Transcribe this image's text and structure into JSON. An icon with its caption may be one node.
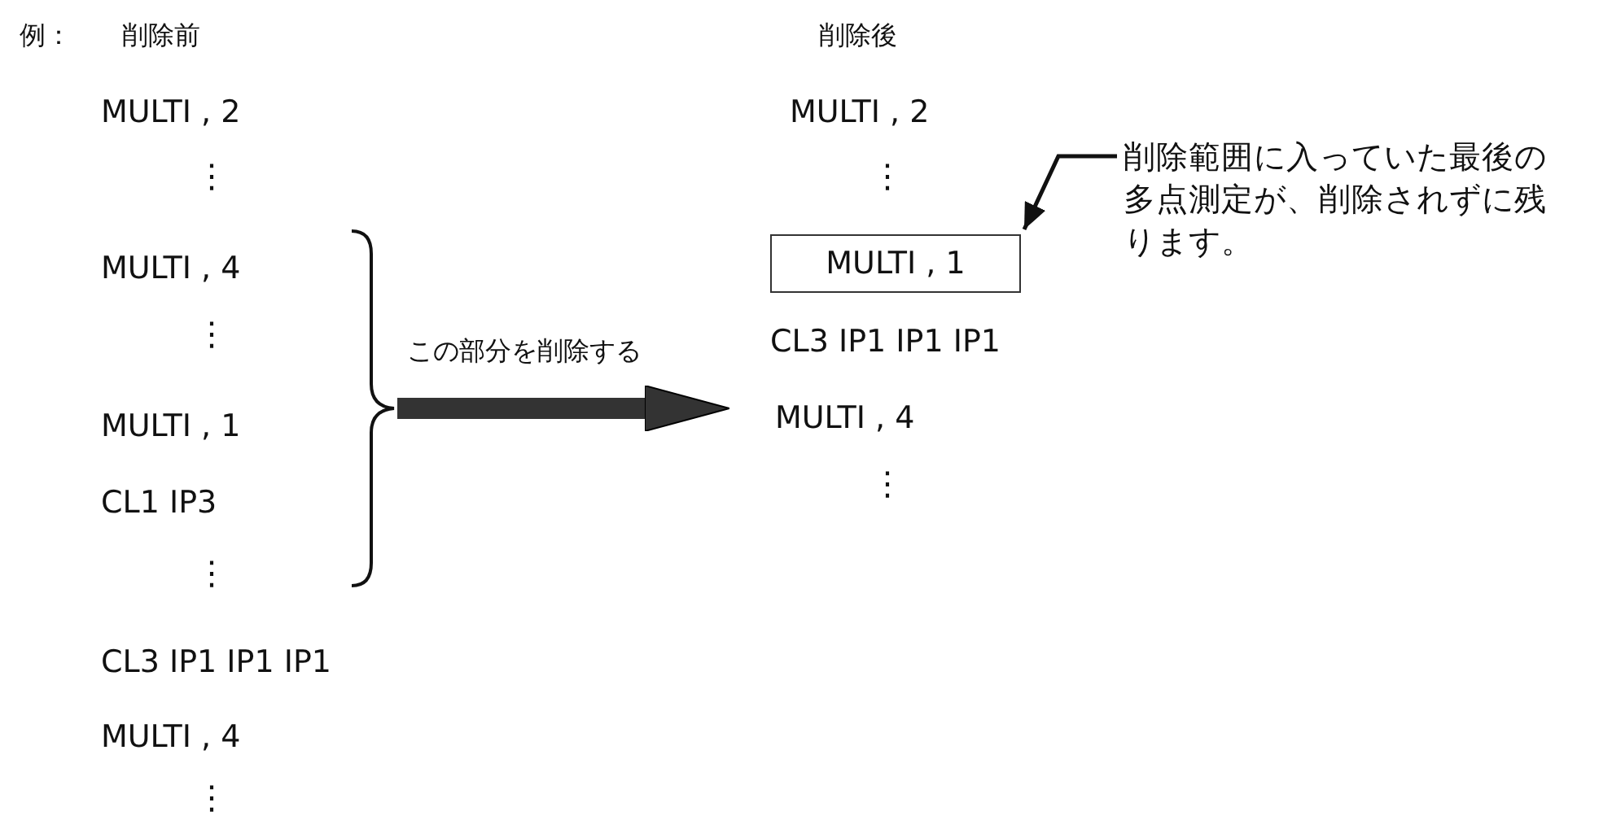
{
  "diagram": {
    "nodes": [
      {
        "text": [],
        "shape": "bracket"
      },
      {
        "text": [
          "MULTI , 1"
        ]
      },
      {
        "text": [
          "削除範囲に入っていた最後の多点測定が、削除されずに残ります。"
        ]
      }
    ],
    "edges": [
      {
        "from": 0,
        "to": null,
        "arrow": "to",
        "label": "この部分を削除する",
        "style": "thick"
      },
      {
        "from": 2,
        "to": 1,
        "arrow": "to"
      }
    ],
    "labels": [
      "例：",
      "削除前",
      "MULTI , 2",
      "⋮",
      "MULTI , 4",
      "⋮",
      "MULTI , 1",
      "CL1 IP3",
      "⋮",
      "CL3 IP1 IP1 IP1",
      "MULTI , 4",
      "⋮",
      "削除後",
      "MULTI , 2",
      "⋮",
      "CL3 IP1 IP1 IP1",
      "MULTI , 4",
      "⋮"
    ]
  }
}
